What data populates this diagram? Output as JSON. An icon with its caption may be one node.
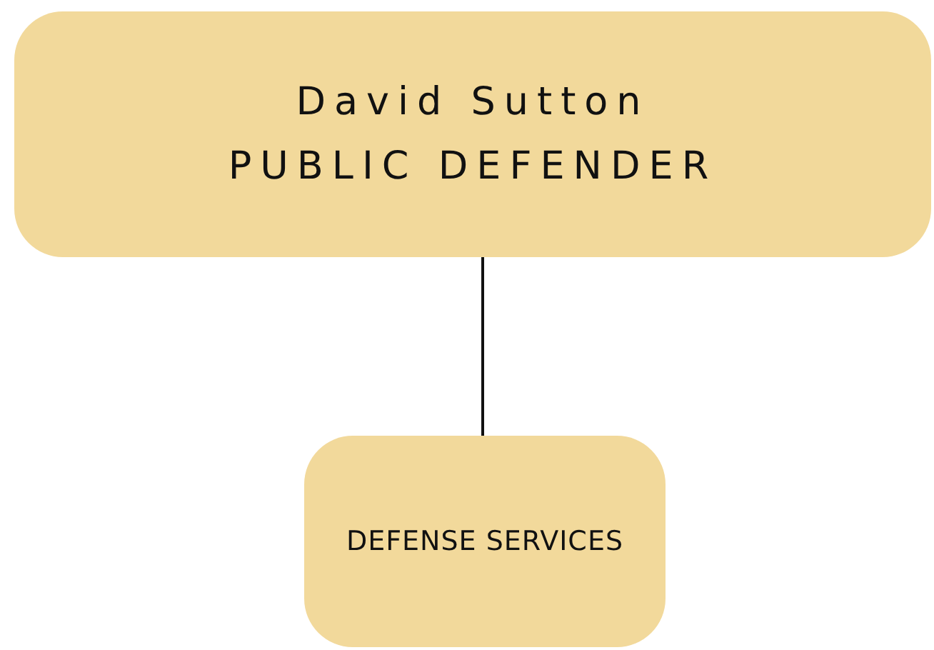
{
  "diagram": {
    "nodes": [
      {
        "text": [
          "David Sutton",
          "PUBLIC DEFENDER"
        ]
      },
      {
        "text": [
          "DEFENSE SERVICES"
        ]
      }
    ],
    "edges": [
      {
        "from": 0,
        "to": 1,
        "arrow": "none"
      }
    ]
  }
}
